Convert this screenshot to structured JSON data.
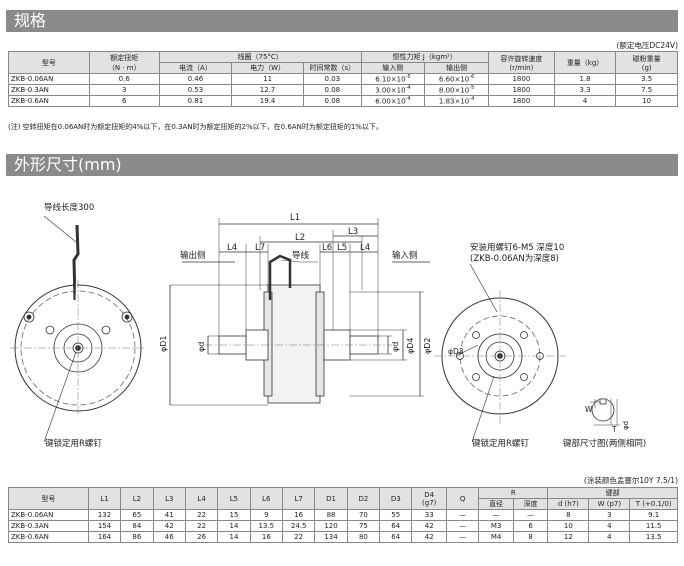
{
  "section1": {
    "title": "规格",
    "voltage_note": "(额定电压DC24V)"
  },
  "spec_table": {
    "h_model": "型号",
    "h_torque": "额定扭矩",
    "h_torque_unit": "（N · m）",
    "h_coil": "线圈（75°C）",
    "h_current": "电流（A）",
    "h_power": "电力（W）",
    "h_timeconst": "时间常数（s）",
    "h_inertia": "惯性力矩 J（kgm²）",
    "h_input": "输入侧",
    "h_output": "输出侧",
    "h_speed": "容许旋转速度",
    "h_speed_unit": "(r/min)",
    "h_weight": "重量（kg）",
    "h_powder": "磁粉重量",
    "h_powder_unit": "(g)",
    "rows": [
      {
        "model": "ZKB-0.06AN",
        "torque": "0.6",
        "current": "0.46",
        "power": "11",
        "tc": "0.03",
        "jin": "6.10×10",
        "jin_e": "-5",
        "jout": "6.60×10",
        "jout_e": "-6",
        "speed": "1800",
        "weight": "1.8",
        "powder": "3.5"
      },
      {
        "model": "ZKB-0.3AN",
        "torque": "3",
        "current": "0.53",
        "power": "12.7",
        "tc": "0.08",
        "jin": "3.00×10",
        "jin_e": "-4",
        "jout": "8.00×10",
        "jout_e": "-5",
        "speed": "1800",
        "weight": "3.3",
        "powder": "7.5"
      },
      {
        "model": "ZKB-0.6AN",
        "torque": "6",
        "current": "0.81",
        "power": "19.4",
        "tc": "0.08",
        "jin": "6.00×10",
        "jin_e": "-4",
        "jout": "1.83×10",
        "jout_e": "-4",
        "speed": "1800",
        "weight": "4",
        "powder": "10"
      }
    ],
    "footnote": "(注) 空转扭矩在0.06AN时为额定扭矩的4%以下，在0.3AN时为额定扭矩的2%以下，在0.6AN时为额定扭矩的1%以下。"
  },
  "section2": {
    "title": "外形尺寸(mm)"
  },
  "drawing": {
    "lead_len": "导线长度300",
    "dim_L1": "L1",
    "dim_L2": "L2",
    "dim_L3": "L3",
    "dim_L4a": "L4",
    "dim_L7": "L7",
    "dim_L6": "L6",
    "dim_L5": "L5",
    "dim_L4b": "L4",
    "output_side": "输出侧",
    "input_side": "输入侧",
    "lead_wire": "导线",
    "mount_screw": "安装用螺钉6-M5 深度10",
    "mount_screw2": "(ZKB-0.06AN为深度8)",
    "key_screw_left": "键锁定用R螺钉",
    "key_screw_right": "键锁定用R螺钉",
    "keyway_caption": "键部尺寸图(两侧相同)",
    "phi_d": "φd",
    "phi_D1": "φD1",
    "phi_D2": "φD2",
    "phi_D3": "φD3",
    "phi_D4": "φD4",
    "W": "W",
    "T": "T"
  },
  "paint_note": "(涂装颜色孟塞尔10Y 7.5/1)",
  "dim_table": {
    "h_model": "型号",
    "h_L1": "L1",
    "h_L2": "L2",
    "h_L3": "L3",
    "h_L4": "L4",
    "h_L5": "L5",
    "h_L6": "L6",
    "h_L7": "L7",
    "h_D1": "D1",
    "h_D2": "D2",
    "h_D3": "D3",
    "h_D4": "D4",
    "h_D4_sub": "(g7)",
    "h_Q": "Q",
    "h_R": "R",
    "h_R_dia": "直径",
    "h_R_depth": "深度",
    "h_key": "键部",
    "h_key_d": "d (h7)",
    "h_key_w": "W (p7)",
    "h_key_t": "T (+0.1/0)",
    "rows": [
      {
        "model": "ZKB-0.06AN",
        "L1": "132",
        "L2": "65",
        "L3": "41",
        "L4": "22",
        "L5": "15",
        "L6": "9",
        "L7": "16",
        "D1": "88",
        "D2": "70",
        "D3": "55",
        "D4": "33",
        "Q": "—",
        "Rd": "—",
        "Rh": "—",
        "kd": "8",
        "kw": "3",
        "kt": "9.1"
      },
      {
        "model": "ZKB-0.3AN",
        "L1": "154",
        "L2": "84",
        "L3": "42",
        "L4": "22",
        "L5": "14",
        "L6": "13.5",
        "L7": "24.5",
        "D1": "120",
        "D2": "75",
        "D3": "64",
        "D4": "42",
        "Q": "—",
        "Rd": "M3",
        "Rh": "6",
        "kd": "10",
        "kw": "4",
        "kt": "11.5"
      },
      {
        "model": "ZKB-0.6AN",
        "L1": "164",
        "L2": "86",
        "L3": "46",
        "L4": "26",
        "L5": "14",
        "L6": "16",
        "L7": "22",
        "D1": "134",
        "D2": "80",
        "D3": "64",
        "D4": "42",
        "Q": "—",
        "Rd": "M4",
        "Rh": "8",
        "kd": "12",
        "kw": "4",
        "kt": "13.5"
      }
    ]
  }
}
